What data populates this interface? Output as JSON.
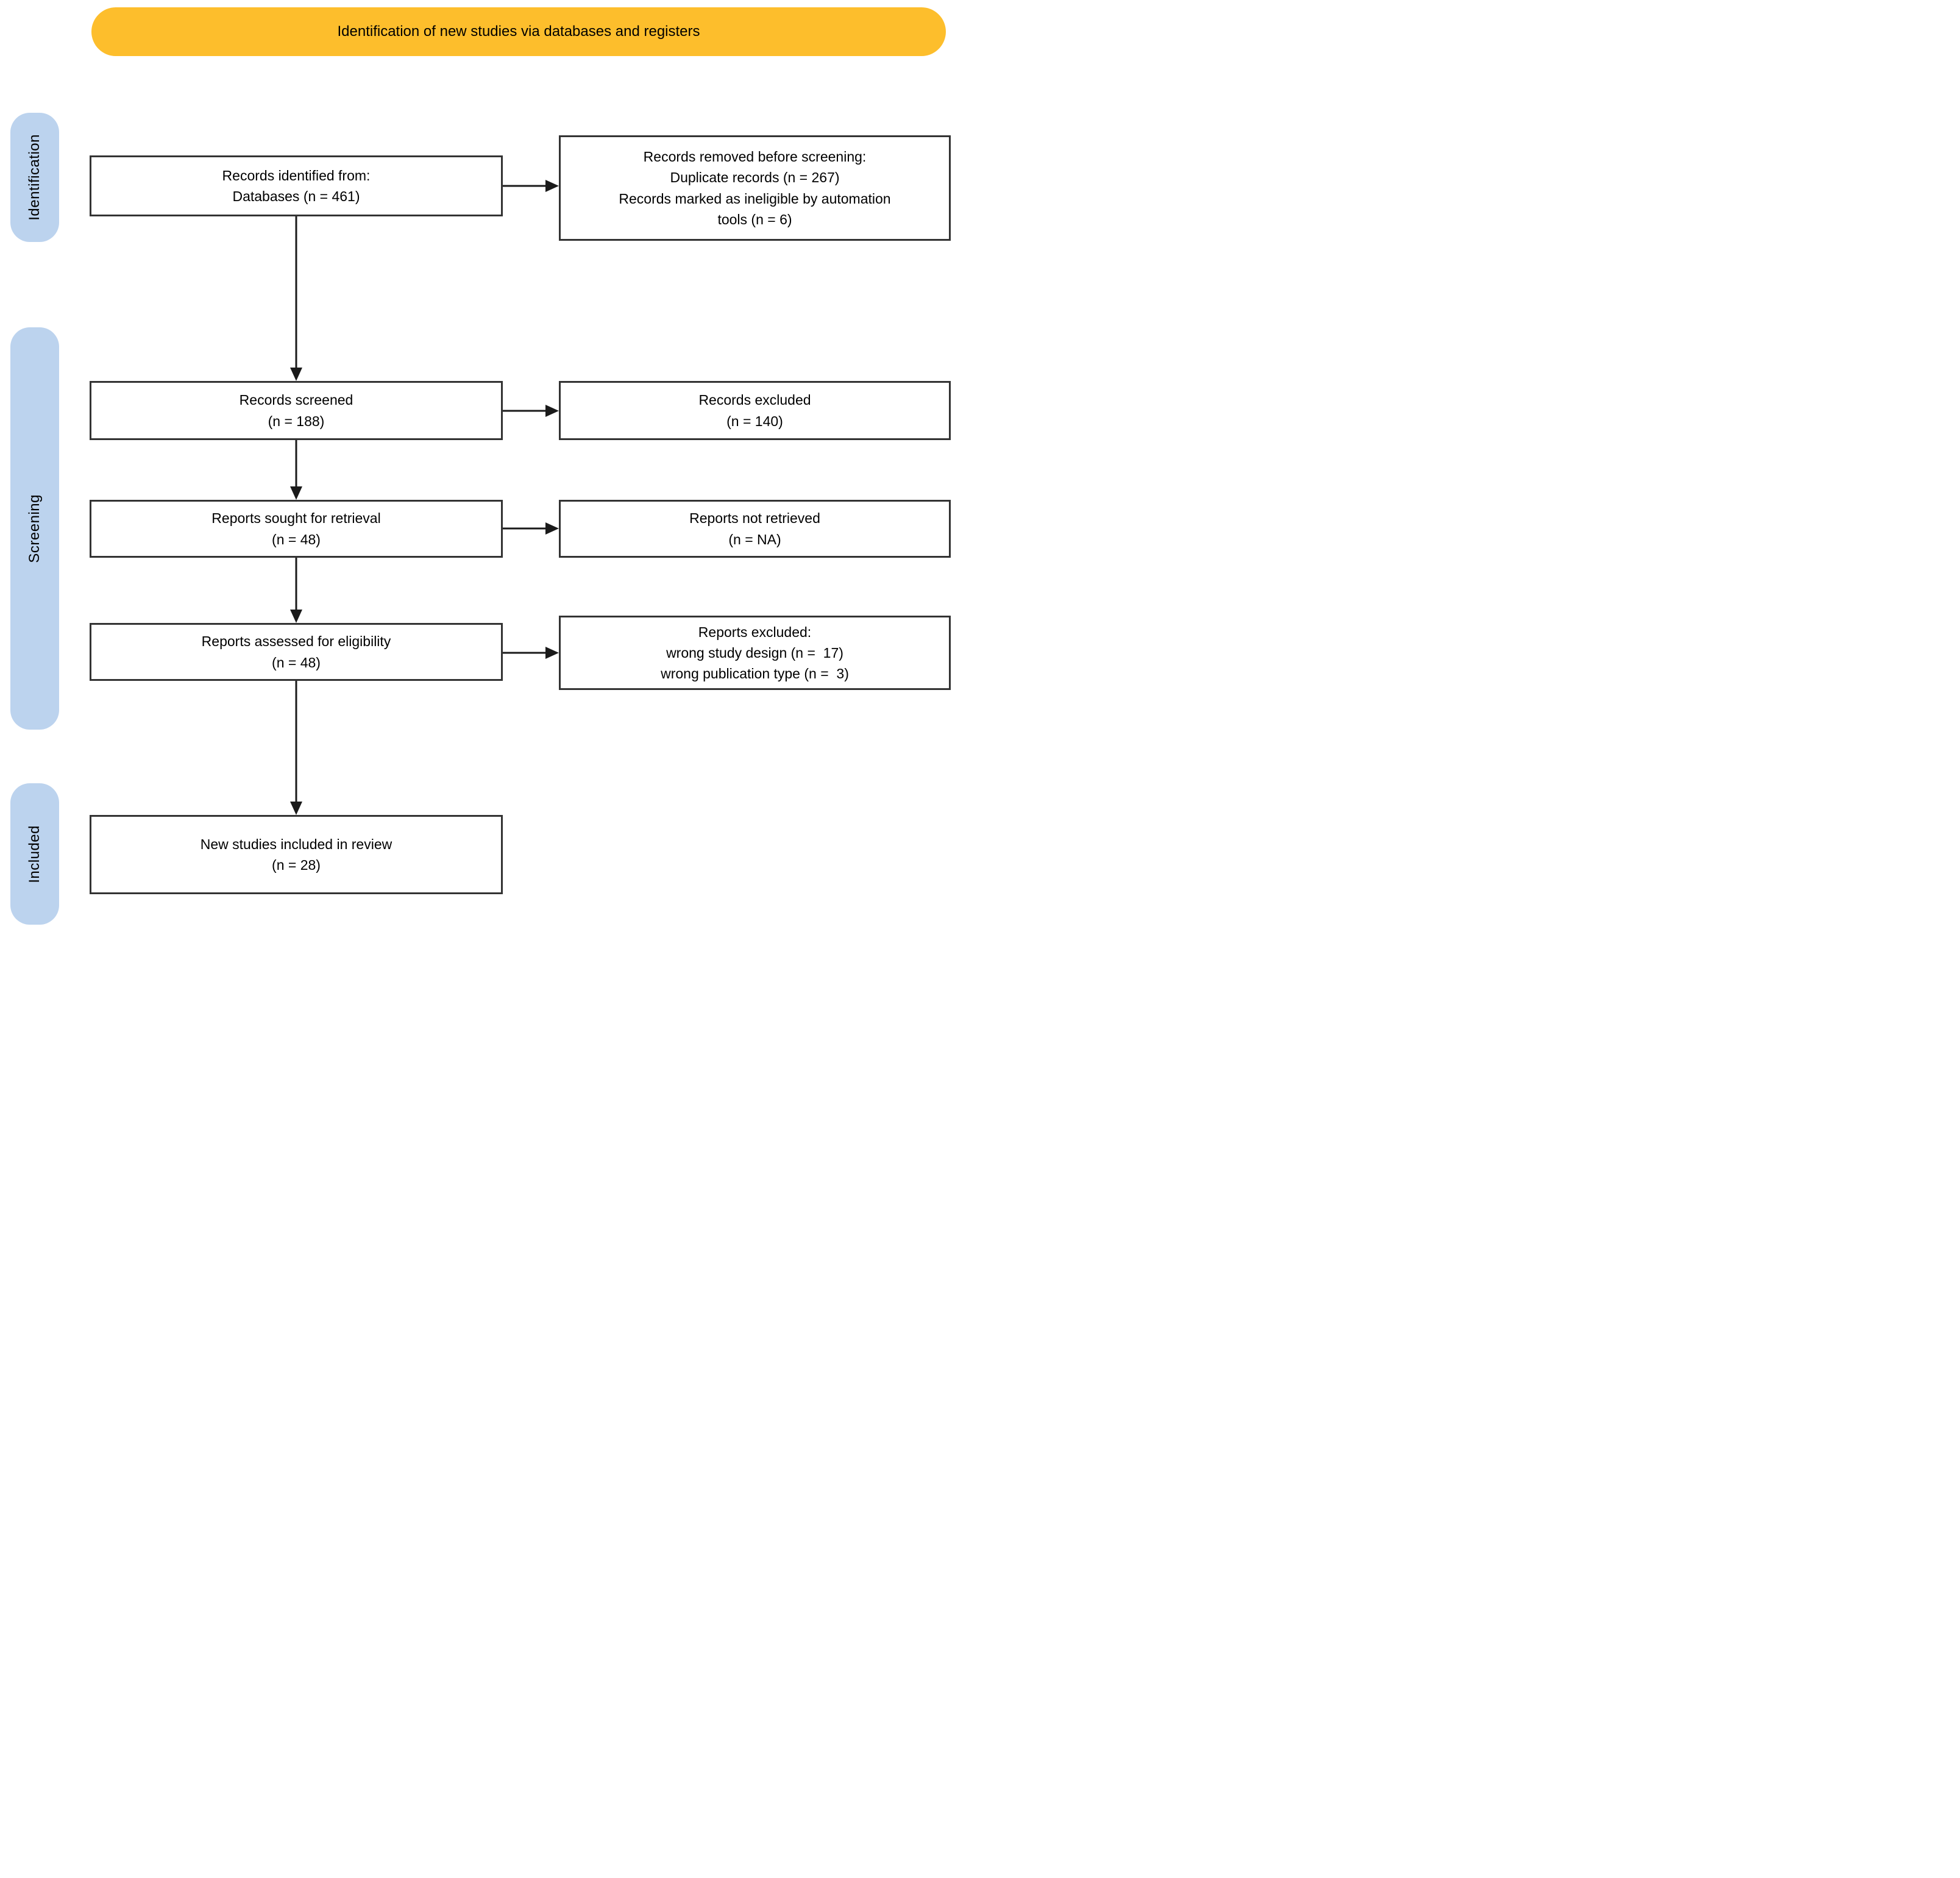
{
  "title": "Identification of new studies via databases and registers",
  "colors": {
    "header_bg": "#FDBE2C",
    "stage_bg": "#BCD3EE",
    "box_border": "#333333",
    "box_bg": "#FFFFFF",
    "arrow": "#1A1A1A",
    "text": "#000000"
  },
  "stages": {
    "identification": "Identification",
    "screening": "Screening",
    "included": "Included"
  },
  "boxes": {
    "identified": {
      "lines": [
        "Records identified from:",
        "Databases (n = 461)"
      ]
    },
    "removed": {
      "lines": [
        "Records removed before screening:",
        "Duplicate records (n = 267)",
        "Records marked as ineligible by automation",
        "tools (n = 6)"
      ]
    },
    "screened": {
      "lines": [
        "Records screened",
        "(n = 188)"
      ]
    },
    "excluded": {
      "lines": [
        "Records excluded",
        "(n = 140)"
      ]
    },
    "sought": {
      "lines": [
        "Reports sought for retrieval",
        "(n = 48)"
      ]
    },
    "not_retrieved": {
      "lines": [
        "Reports not retrieved",
        "(n = NA)"
      ]
    },
    "assessed": {
      "lines": [
        "Reports assessed for eligibility",
        "(n = 48)"
      ]
    },
    "reports_excluded": {
      "lines": [
        "Reports excluded:",
        "wrong study design (n =  17)",
        "wrong publication type (n =  3)"
      ]
    },
    "new_included": {
      "lines": [
        "New studies included in review",
        "(n = 28)"
      ]
    }
  }
}
